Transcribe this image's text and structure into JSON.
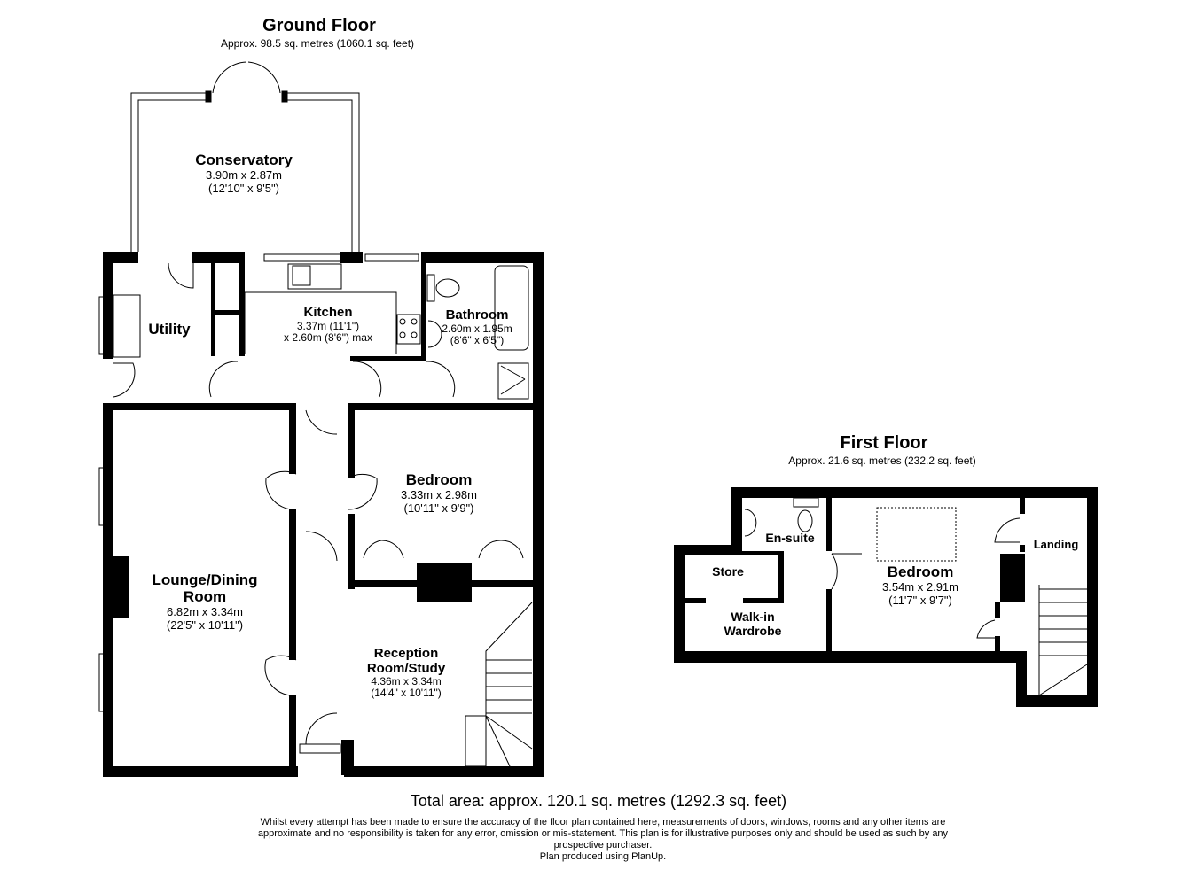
{
  "ground_floor": {
    "title": "Ground Floor",
    "area": "Approx. 98.5 sq. metres (1060.1 sq. feet)",
    "rooms": [
      {
        "name": "Conservatory",
        "dim1": "3.90m x 2.87m",
        "dim2": "(12'10\" x 9'5\")"
      },
      {
        "name": "Utility"
      },
      {
        "name": "Kitchen",
        "dim1": "3.37m (11'1\")",
        "dim2": "x 2.60m (8'6\") max"
      },
      {
        "name": "Bathroom",
        "dim1": "2.60m x 1.95m",
        "dim2": "(8'6\" x 6'5\")"
      },
      {
        "name": "Bedroom",
        "dim1": "3.33m x 2.98m",
        "dim2": "(10'11\" x 9'9\")"
      },
      {
        "name_line1": "Lounge/Dining",
        "name_line2": "Room",
        "dim1": "6.82m x 3.34m",
        "dim2": "(22'5\" x 10'11\")"
      },
      {
        "name_line1": "Reception",
        "name_line2": "Room/Study",
        "dim1": "4.36m x 3.34m",
        "dim2": "(14'4\" x 10'11\")"
      }
    ]
  },
  "first_floor": {
    "title": "First Floor",
    "area": "Approx. 21.6 sq. metres (232.2 sq. feet)",
    "rooms": [
      {
        "name": "En-suite"
      },
      {
        "name": "Store"
      },
      {
        "name_line1": "Walk-in",
        "name_line2": "Wardrobe"
      },
      {
        "name": "Bedroom",
        "dim1": "3.54m x 2.91m",
        "dim2": "(11'7\" x 9'7\")"
      },
      {
        "name": "Landing"
      }
    ]
  },
  "footer": {
    "total_area": "Total area: approx. 120.1 sq. metres (1292.3 sq. feet)",
    "disclaimer_1": "Whilst every attempt has been made to ensure the accuracy of the floor plan contained here, measurements of doors, windows, rooms and any other items are",
    "disclaimer_2": "approximate and no responsibility is taken for any error, omission or mis-statement. This plan is for illustrative purposes only and should be used as such by any",
    "disclaimer_3": "prospective purchaser.",
    "credit": "Plan produced using PlanUp."
  }
}
